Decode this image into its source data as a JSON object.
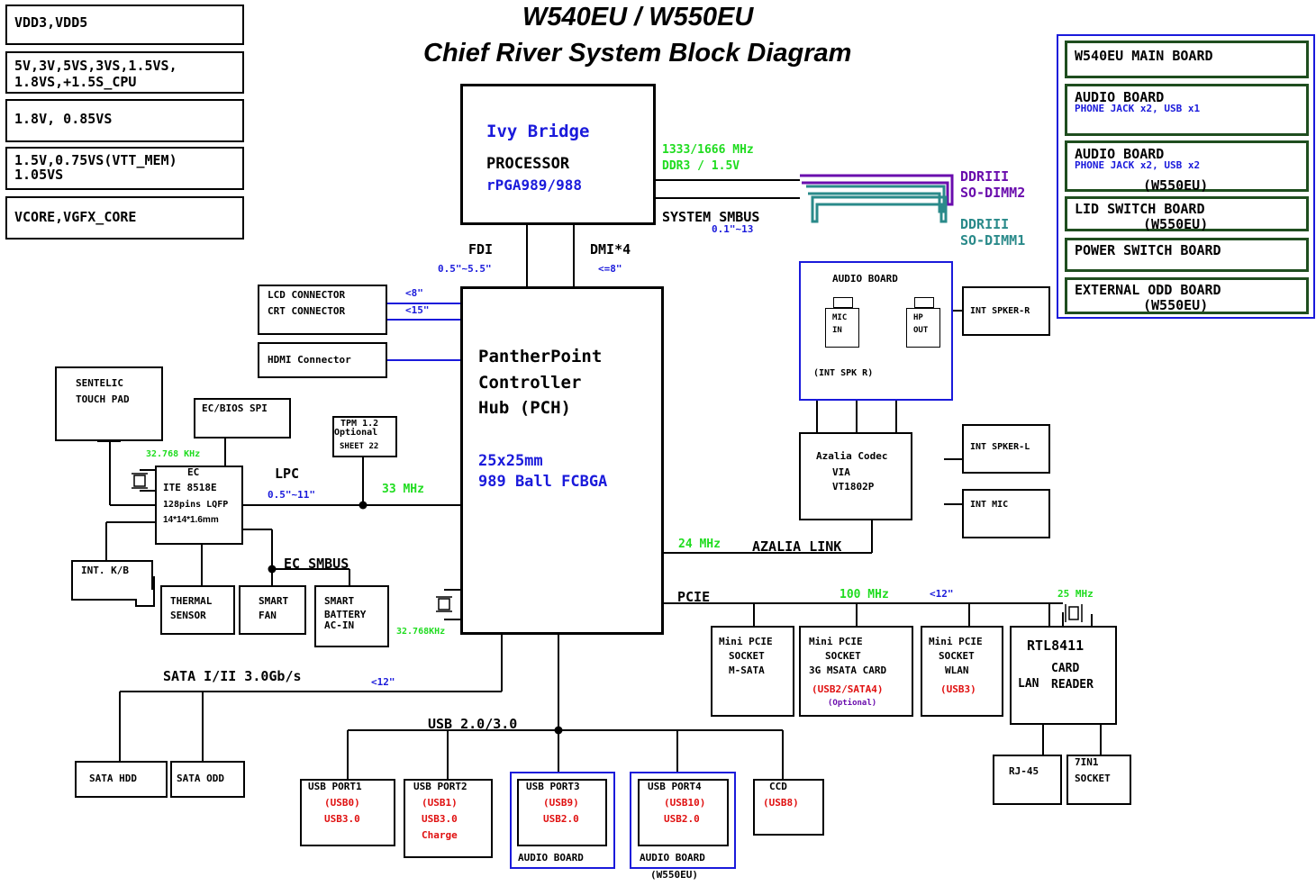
{
  "title": {
    "line1": "W540EU / W550EU",
    "line2": "Chief River System Block Diagram"
  },
  "power_legend": [
    "VDD3,VDD5",
    "5V,3V,5VS,3VS,1.5VS,",
    "1.8VS,+1.5S_CPU",
    "1.8V, 0.85VS",
    "1.5V,0.75VS(VTT_MEM)",
    "1.05VS",
    "VCORE,VGFX_CORE"
  ],
  "boards_legend": {
    "main": "W540EU MAIN BOARD",
    "audio1": {
      "name": "AUDIO BOARD",
      "sub": "PHONE JACK x2, USB x1"
    },
    "audio2": {
      "name": "AUDIO BOARD",
      "sub": "PHONE JACK x2, USB x2",
      "model": "(W550EU)"
    },
    "lid": {
      "name": "LID SWITCH BOARD",
      "model": "(W550EU)"
    },
    "power": "POWER SWITCH BOARD",
    "odd": {
      "name": "EXTERNAL ODD BOARD",
      "model": "(W550EU)"
    }
  },
  "cpu": {
    "name": "Ivy Bridge",
    "type": "PROCESSOR",
    "pkg": "rPGA989/988"
  },
  "memory": {
    "speed": "1333/1666 MHz",
    "type": "DDR3 / 1.5V",
    "smbus": "SYSTEM SMBUS",
    "smbus_len": "0.1\"~13",
    "dimm2": [
      "DDRIII",
      "SO-DIMM2"
    ],
    "dimm1": [
      "DDRIII",
      "SO-DIMM1"
    ]
  },
  "links": {
    "fdi": "FDI",
    "fdi_len": "0.5\"~5.5\"",
    "dmi": "DMI*4",
    "dmi_len": "<=8\""
  },
  "pch": {
    "l1": "PantherPoint",
    "l2": "Controller",
    "l3": "Hub (PCH)",
    "l4": "25x25mm",
    "l5": "989 Ball FCBGA",
    "clk": "32.768KHz"
  },
  "display": {
    "lcd": "LCD CONNECTOR",
    "crt": "CRT CONNECTOR",
    "lcd_len": "<8\"",
    "crt_len": "<15\"",
    "hdmi": "HDMI Connector"
  },
  "audio_board": {
    "title": "AUDIO BOARD",
    "mic": [
      "MIC",
      "IN"
    ],
    "hp": [
      "HP",
      "OUT"
    ],
    "note": "(INT SPK R)"
  },
  "codec": {
    "l1": "Azalia Codec",
    "l2": "VIA",
    "l3": "VT1802P",
    "clk": "24 MHz",
    "link": "AZALIA LINK"
  },
  "speakers": {
    "r": "INT SPKER-R",
    "l": "INT SPKER-L",
    "mic": "INT MIC"
  },
  "ec": {
    "touchpad": [
      "SENTELIC",
      "TOUCH PAD"
    ],
    "spi": "EC/BIOS SPI",
    "tpm": [
      "TPM 1.2",
      "Optional",
      "SHEET 22"
    ],
    "clk": "32.768 KHz",
    "chip": [
      "EC",
      "ITE 8518E",
      "128pins LQFP",
      "14*14*1.6mm"
    ],
    "lpc": "LPC",
    "lpc_len": "0.5\"~11\"",
    "lpc_clk": "33 MHz",
    "smbus": "EC SMBUS",
    "kb": "INT. K/B",
    "thermal": [
      "THERMAL",
      "SENSOR"
    ],
    "fan": [
      "SMART",
      "FAN"
    ],
    "battery": [
      "SMART",
      "BATTERY",
      "AC-IN"
    ]
  },
  "sata": {
    "label": "SATA I/II 3.0Gb/s",
    "len": "<12\"",
    "hdd": "SATA HDD",
    "odd": "SATA ODD"
  },
  "usb": {
    "label": "USB 2.0/3.0",
    "port1": [
      "USB PORT1",
      "(USB0)",
      "USB3.0"
    ],
    "port2": [
      "USB PORT2",
      "(USB1)",
      "USB3.0",
      "Charge"
    ],
    "port3": [
      "USB PORT3",
      "(USB9)",
      "USB2.0"
    ],
    "port4": [
      "USB PORT4",
      "(USB10)",
      "USB2.0"
    ],
    "ccd": [
      "CCD",
      "(USB8)"
    ],
    "ab3": "AUDIO BOARD",
    "ab4": "AUDIO BOARD",
    "ab4_model": "(W550EU)"
  },
  "pcie": {
    "label": "PCIE",
    "clk": "100 MHz",
    "len": "<12\"",
    "lan_clk": "25 MHz",
    "msata": [
      "Mini PCIE",
      "SOCKET",
      "M-SATA"
    ],
    "card3g": [
      "Mini PCIE",
      "SOCKET",
      "3G MSATA CARD",
      "(USB2/SATA4)",
      "(Optional)"
    ],
    "wlan": [
      "Mini PCIE",
      "SOCKET",
      "WLAN",
      "(USB3)"
    ],
    "rtl": [
      "RTL8411",
      "CARD",
      "LAN",
      "READER"
    ],
    "rj45": "RJ-45",
    "socket": [
      "7IN1",
      "SOCKET"
    ]
  }
}
